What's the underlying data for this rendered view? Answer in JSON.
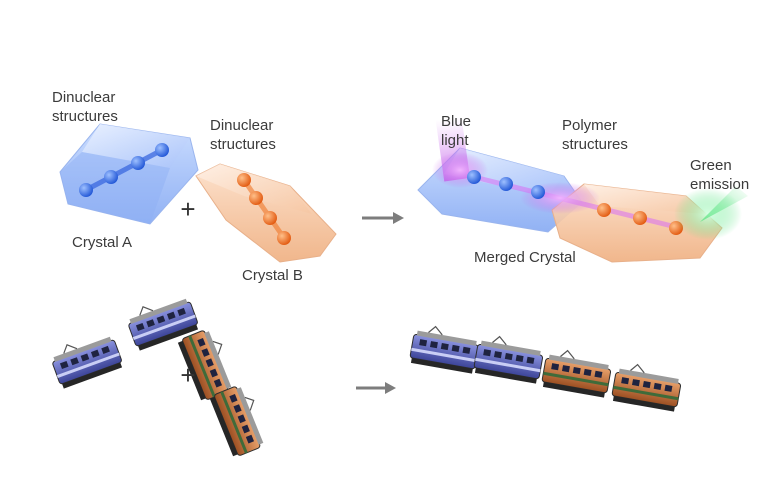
{
  "top_row": {
    "crystal_a": {
      "structure_label": "Dinuclear\nstructures",
      "name": "Crystal A",
      "color": "#5b86e8"
    },
    "crystal_b": {
      "structure_label": "Dinuclear\nstructures",
      "name": "Crystal B",
      "color": "#f08a45"
    },
    "plus_symbol": "+",
    "merged": {
      "input_label": "Blue\nlight",
      "structure_label": "Polymer\nstructures",
      "output_label": "Green\nemission",
      "name": "Merged Crystal"
    }
  },
  "bottom_row": {
    "plus_symbol": "+",
    "blue_locomotive_color": "#5a63b8",
    "orange_locomotive_color": "#c7713a",
    "train_cars": [
      "blue",
      "blue",
      "orange",
      "orange"
    ]
  },
  "colors": {
    "blue_light": "#c35fe8",
    "green_emission": "#4fe27a",
    "arrow": "#7d7d7d"
  }
}
